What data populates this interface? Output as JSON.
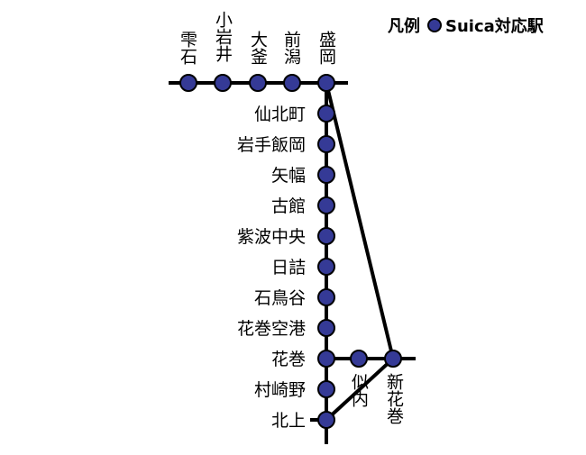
{
  "legend": {
    "title": "凡例",
    "label": "Suica対応駅",
    "marker_color": "#353a96"
  },
  "top_stations": [
    {
      "id": "shizukuishi",
      "name": "雫石"
    },
    {
      "id": "koiwai",
      "name": "小岩井"
    },
    {
      "id": "omagama",
      "name": "大釜"
    },
    {
      "id": "maegata",
      "name": "前潟"
    },
    {
      "id": "morioka",
      "name": "盛岡"
    }
  ],
  "trunk_stations": [
    {
      "id": "senbokucho",
      "name": "仙北町"
    },
    {
      "id": "iwateiioka",
      "name": "岩手飯岡"
    },
    {
      "id": "yahaba",
      "name": "矢幅"
    },
    {
      "id": "furudate",
      "name": "古館"
    },
    {
      "id": "shiwachuo",
      "name": "紫波中央"
    },
    {
      "id": "hizume",
      "name": "日詰"
    },
    {
      "id": "ishidoriya",
      "name": "石鳥谷"
    },
    {
      "id": "hanamakikuko",
      "name": "花巻空港"
    },
    {
      "id": "hanamaki",
      "name": "花巻"
    },
    {
      "id": "murasakino",
      "name": "村崎野"
    },
    {
      "id": "kitakami",
      "name": "北上"
    }
  ],
  "branch_stations": [
    {
      "id": "nitanai",
      "name": "似内"
    },
    {
      "id": "shinhanamaki",
      "name": "新花巻"
    }
  ],
  "colors": {
    "line": "#000000",
    "station_fill": "#353a96",
    "station_stroke": "#000000"
  }
}
